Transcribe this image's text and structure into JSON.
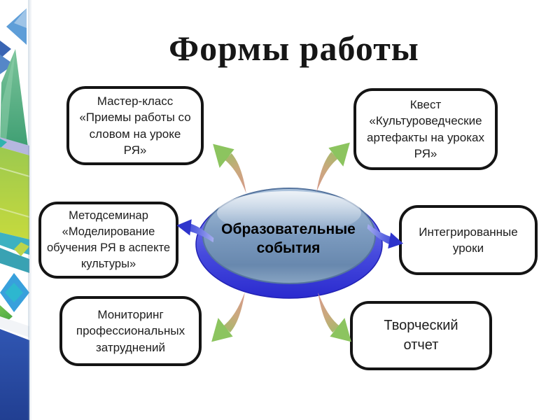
{
  "slide": {
    "title": "Формы работы"
  },
  "center": {
    "label": "Образовательные события"
  },
  "boxes": [
    {
      "name": "master-class",
      "lines": [
        "Мастер-класс",
        "«Приемы работы со",
        "словом на уроке",
        "РЯ»"
      ]
    },
    {
      "name": "quest",
      "lines": [
        "Квест",
        "«Культуроведческие",
        "артефакты на уроках",
        "РЯ»"
      ]
    },
    {
      "name": "metodseminar",
      "lines": [
        "Методсеминар",
        "«Моделирование",
        "обучения РЯ  в аспекте",
        "культуры»"
      ]
    },
    {
      "name": "integrated-lessons",
      "lines": [
        "Интегрированные",
        "уроки"
      ]
    },
    {
      "name": "monitoring",
      "lines": [
        "Мониторинг",
        "профессиональных",
        "затруднений"
      ]
    },
    {
      "name": "creative-report",
      "lines": [
        "Творческий",
        "отчет"
      ]
    }
  ],
  "icons": {
    "green_arrows": "curved-taper-arrow",
    "blue_arrows": "curved-swoosh-arrow",
    "left_strip": "decorative-triangle-ribbon"
  },
  "colors": {
    "arrow_green": "#8cc45f",
    "arrow_salmon": "#d69a8c",
    "arrow_blue_dark": "#2e34cc",
    "arrow_blue_light": "#aab2f0",
    "sphere_outer_top": "#8c90f2",
    "sphere_outer_bottom": "#2a2ace",
    "sphere_inner": "#7e9dc1",
    "box_border": "#141414",
    "title_color": "#161616"
  }
}
